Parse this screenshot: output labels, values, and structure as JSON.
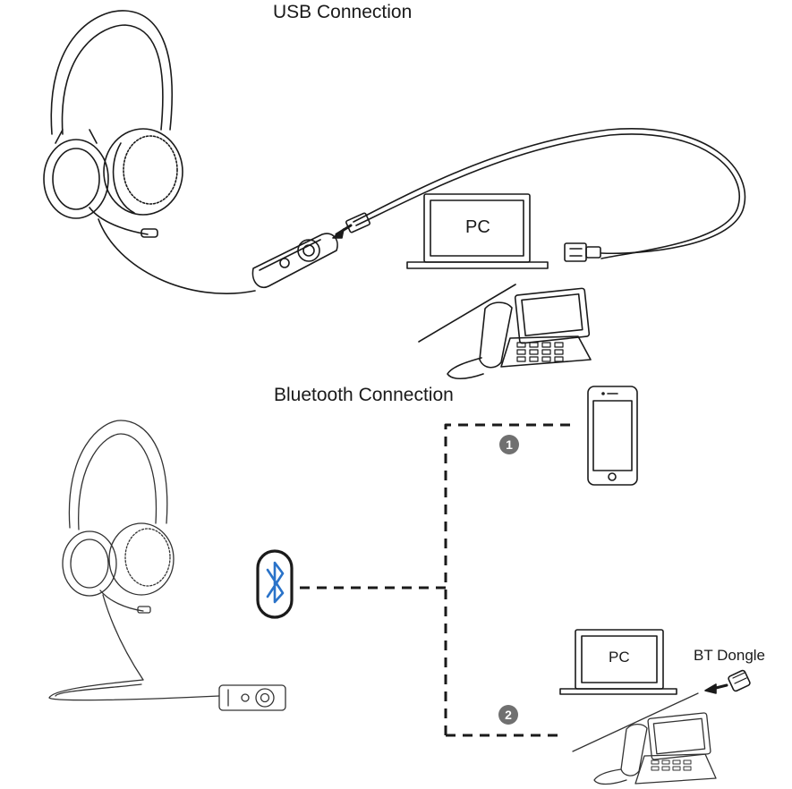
{
  "titles": {
    "usb": "USB Connection",
    "bluetooth": "Bluetooth Connection"
  },
  "labels": {
    "pc_top": "PC",
    "pc_bottom": "PC",
    "dongle": "BT Dongle"
  },
  "steps": {
    "one": "1",
    "two": "2"
  },
  "colors": {
    "line": "#1a1a1a",
    "bluetooth": "#2a73c9",
    "step_badge": "#707070"
  },
  "icons": [
    "headset-icon",
    "usb-controller-icon",
    "usb-plug-icon",
    "pc-laptop-icon",
    "desk-phone-icon",
    "smartphone-icon",
    "bluetooth-icon",
    "bt-dongle-icon"
  ]
}
